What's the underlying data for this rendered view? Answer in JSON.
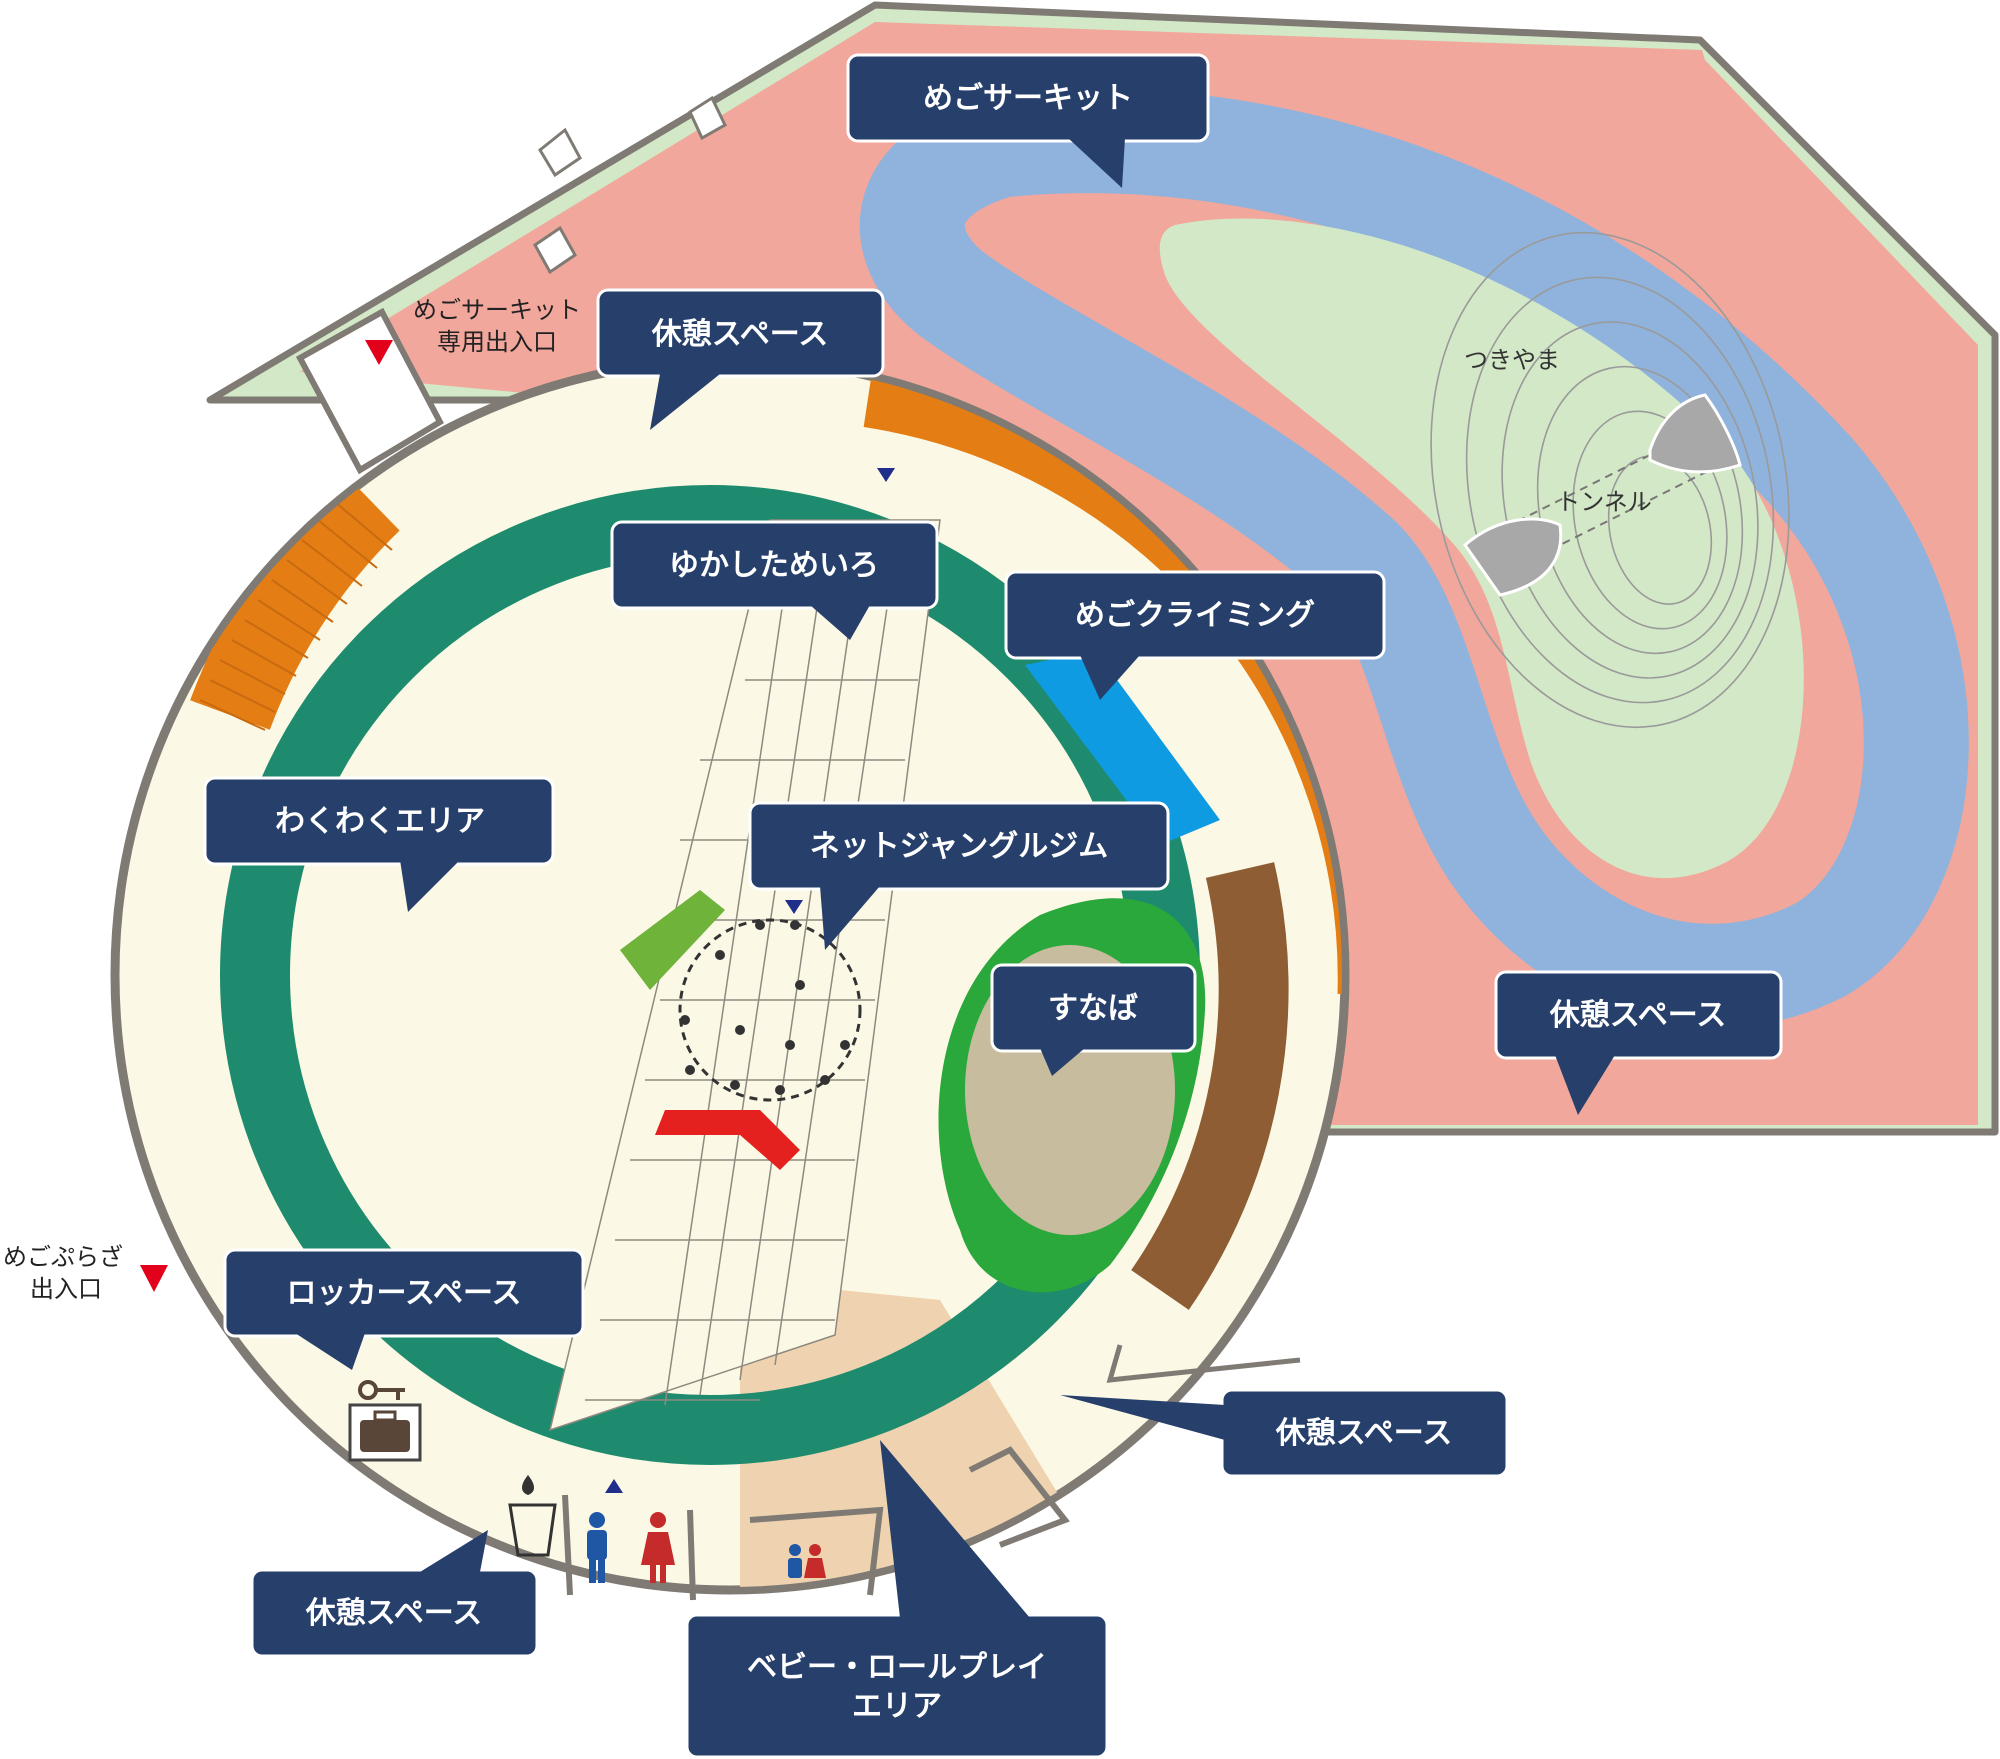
{
  "colors": {
    "salmon": "#f1a79c",
    "pale_green": "#d3e8c6",
    "river_blue": "#8fb3dd",
    "cream": "#fbf9e5",
    "teal_ring": "#1e8b6e",
    "orange": "#e47d13",
    "brown": "#8f5d34",
    "bright_green": "#2aa83b",
    "sand": "#c7bc9e",
    "climb_blue": "#0f9be2",
    "peach": "#efd3b0",
    "wall": "#7f7b74",
    "callout_bg": "#273f6b",
    "entry_marker": "#e2001a"
  },
  "areas": {
    "circuit": "めごサーキット",
    "rest_top": "休憩スペース",
    "floor_maze": "ゆかしためいろ",
    "climbing": "めごクライミング",
    "waku_area": "わくわくエリア",
    "net_gym": "ネットジャングルジム",
    "sandbox": "すなば",
    "rest_right": "休憩スペース",
    "locker": "ロッカースペース",
    "rest_lower_right": "休憩スペース",
    "rest_bottom": "休憩スペース",
    "baby_line1": "ベビー・ロールプレイ",
    "baby_line2": "エリア"
  },
  "labels": {
    "hill": "つきやま",
    "tunnel": "トンネル"
  },
  "entrances": {
    "circuit_line1": "めごサーキット",
    "circuit_line2": "専用出入口",
    "plaza_line1": "めごぷらざ",
    "plaza_line2": "出入口"
  },
  "icons": [
    "key-icon",
    "locker-icon",
    "water-fountain-icon",
    "mens-restroom-icon",
    "womens-restroom-icon",
    "family-restroom-icon",
    "stairs-marker-icon",
    "entrance-marker-icon"
  ]
}
